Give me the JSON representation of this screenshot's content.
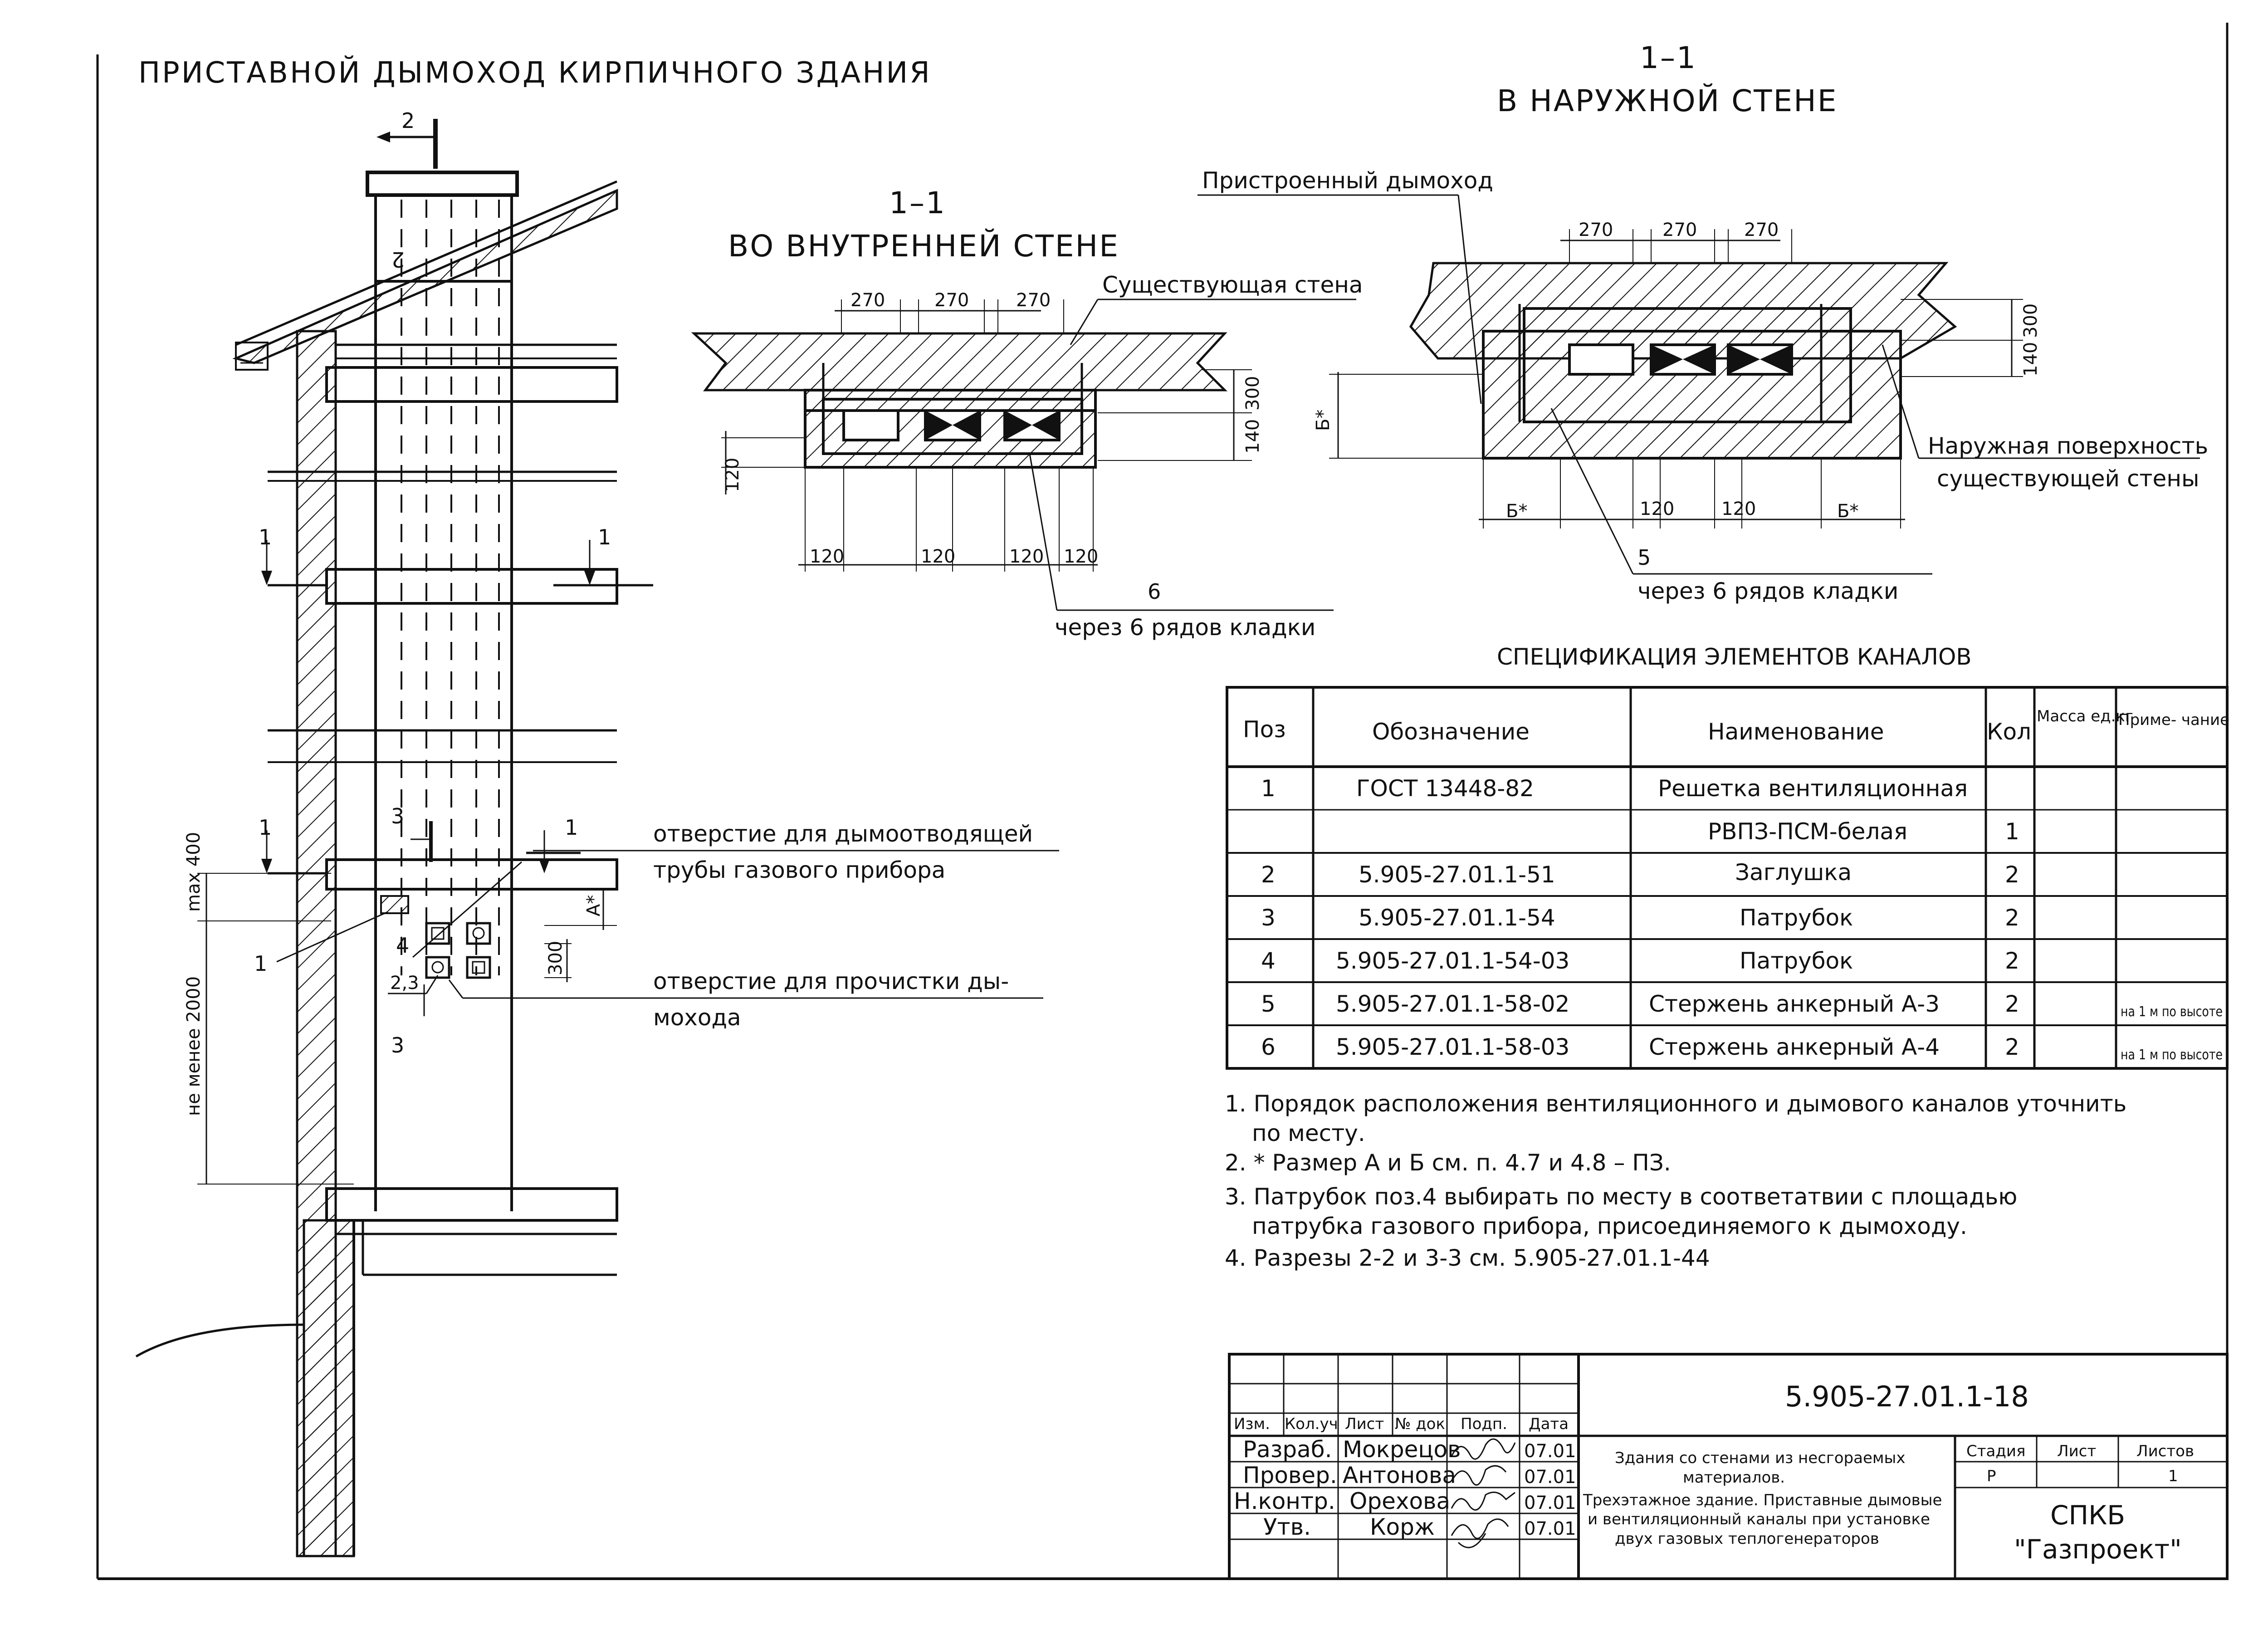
{
  "main_title": "ПРИСТАВНОЙ ДЫМОХОД КИРПИЧНОГО ЗДАНИЯ",
  "section_inner": {
    "mark": "1–1",
    "title": "ВО ВНУТРЕННЕЙ СТЕНЕ",
    "wall_label": "Существующая стена",
    "dims_top": [
      "270",
      "270",
      "270"
    ],
    "dims_bottom": [
      "120",
      "120",
      "120",
      "120"
    ],
    "dim_right": "300",
    "dim_right2": "140",
    "dim_left": "120",
    "pos_num": "6",
    "pos_note": "через 6 рядов кладки"
  },
  "section_outer": {
    "mark": "1–1",
    "title": "В НАРУЖНОЙ СТЕНЕ",
    "chimney_label": "Пристроенный дымоход",
    "surface_label_1": "Наружная поверхность",
    "surface_label_2": "существующей стены",
    "dims_top": [
      "270",
      "270",
      "270"
    ],
    "dims_bottom": [
      "Б*",
      "120",
      "120",
      "Б*"
    ],
    "dim_right": "300",
    "dim_right2": "140",
    "dim_left": "Б*",
    "pos_num": "5",
    "pos_note": "через 6 рядов кладки"
  },
  "elevation": {
    "cut_2": "2",
    "cut_2b": "2",
    "cut_1_left": "1",
    "cut_1_right": "1",
    "cut_1b_left": "1",
    "cut_1b_right": "1",
    "cut_3_top": "3",
    "cut_3_bottom": "3",
    "dim_max": "max 400",
    "dim_min": "не менее 2000",
    "dim_a": "А*",
    "dim_300": "300",
    "pos_1": "1",
    "pos_4": "4",
    "pos_23": "2,3",
    "hole_smoke_1": "отверстие для дымоотводящей",
    "hole_smoke_2": "трубы газового прибора",
    "hole_clean_1": "отверстие для прочистки ды-",
    "hole_clean_2": "мохода"
  },
  "spec": {
    "title": "СПЕЦИФИКАЦИЯ ЭЛЕМЕНТОВ КАНАЛОВ",
    "headers": [
      "Поз",
      "Обозначение",
      "Наименование",
      "Кол",
      "Масса ед.кг",
      "Приме- чание"
    ],
    "rows": [
      [
        "1",
        "ГОСТ 13448-82",
        "Решетка вентиляционная",
        "",
        "",
        ""
      ],
      [
        "",
        "",
        "РВПЗ-ПСМ-белая",
        "1",
        "",
        ""
      ],
      [
        "2",
        "5.905-27.01.1-51",
        "Заглушка",
        "2",
        "",
        ""
      ],
      [
        "3",
        "5.905-27.01.1-54",
        "Патрубок",
        "2",
        "",
        ""
      ],
      [
        "4",
        "5.905-27.01.1-54-03",
        "Патрубок",
        "2",
        "",
        ""
      ],
      [
        "5",
        "5.905-27.01.1-58-02",
        "Стержень анкерный А-3",
        "2",
        "",
        "на 1 м по высоте"
      ],
      [
        "6",
        "5.905-27.01.1-58-03",
        "Стержень анкерный А-4",
        "2",
        "",
        "на 1 м по высоте"
      ]
    ]
  },
  "notes": [
    "1. Порядок расположения вентиляционного и дымового каналов уточнить",
    "по месту.",
    "2. * Размер А и Б см. п. 4.7  и 4.8 – ПЗ.",
    "3. Патрубок поз.4 выбирать по месту в соответатвии с площадью",
    "патрубка газового прибора, присоединяемого к дымоходу.",
    "4. Разрезы 2-2 и 3-3 см. 5.905-27.01.1-44"
  ],
  "stamp": {
    "code": "5.905-27.01.1-18",
    "col_headers": [
      "Изм.",
      "Кол.уч",
      "Лист",
      "№ док",
      "Подп.",
      "Дата"
    ],
    "rows": [
      {
        "role": "Разраб.",
        "name": "Мокрецов",
        "date": "07.01"
      },
      {
        "role": "Провер.",
        "name": "Антонова",
        "date": "07.01"
      },
      {
        "role": "Н.контр.",
        "name": "Орехова",
        "date": "07.01"
      },
      {
        "role": "Утв.",
        "name": "Корж",
        "date": "07.01"
      }
    ],
    "description": [
      "Здания со стенами из несгораемых",
      "материалов.",
      "Трехэтажное здание. Приставные дымовые",
      "и вентиляционный каналы при установке",
      "двух газовых теплогенераторов"
    ],
    "stage_header": "Стадия",
    "sheet_header": "Лист",
    "sheets_header": "Листов",
    "stage_value": "Р",
    "sheet_value": "",
    "sheets_value": "1",
    "org_1": "СПКБ",
    "org_2": "\"Газпроект\""
  }
}
